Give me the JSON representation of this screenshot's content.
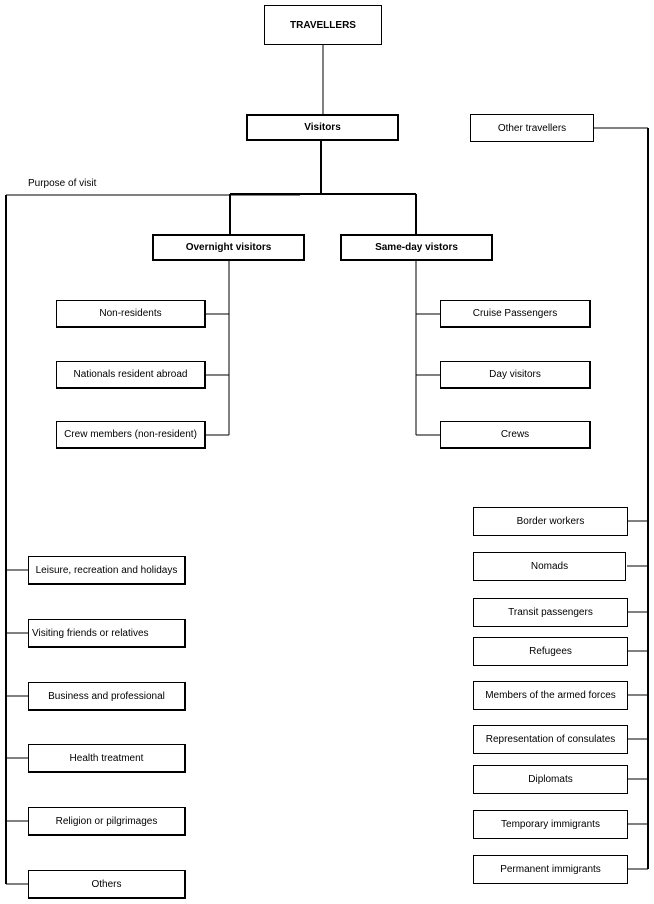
{
  "root": {
    "label": "TRAVELLERS"
  },
  "visitors": {
    "label": "Visitors"
  },
  "other_travellers": {
    "label": "Other travellers"
  },
  "purpose_caption": "Purpose of visit",
  "overnight": {
    "label": "Overnight visitors",
    "children": [
      "Non-residents",
      "Nationals resident abroad",
      "Crew members (non-resident)"
    ]
  },
  "same_day": {
    "label": "Same-day vistors",
    "children": [
      "Cruise Passengers",
      "Day visitors",
      "Crews"
    ]
  },
  "purposes": [
    "Leisure, recreation and holidays",
    "Visiting friends or relatives",
    "Business and professional",
    "Health treatment",
    "Religion or pilgrimages",
    "Others"
  ],
  "other_categories": [
    "Border workers",
    "Nomads",
    "Transit passengers",
    "Refugees",
    "Members of the armed forces",
    "Representation of consulates",
    "Diplomats",
    "Temporary immigrants",
    "Permanent immigrants"
  ]
}
